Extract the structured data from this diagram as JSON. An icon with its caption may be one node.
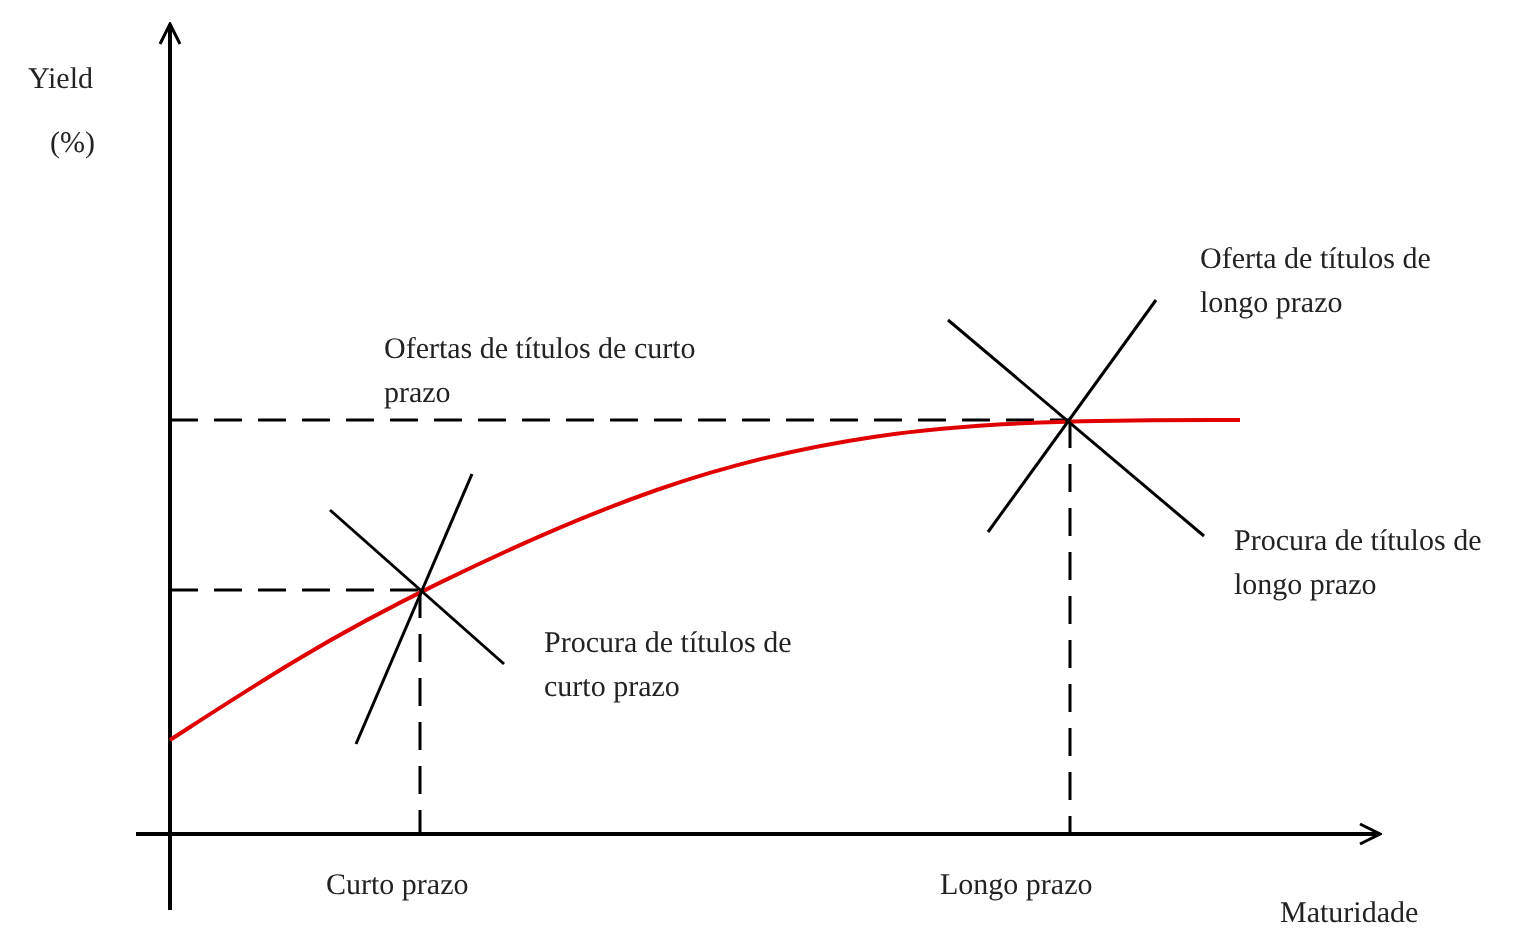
{
  "diagram": {
    "labels": [
      "Yield",
      "(%)",
      "Oferta de títulos de longo prazo",
      "Ofertas de títulos de curto prazo",
      "Procura de títulos de longo prazo",
      "Procura de títulos de curto prazo",
      "Curto prazo",
      "Longo prazo",
      "Maturidade"
    ]
  }
}
